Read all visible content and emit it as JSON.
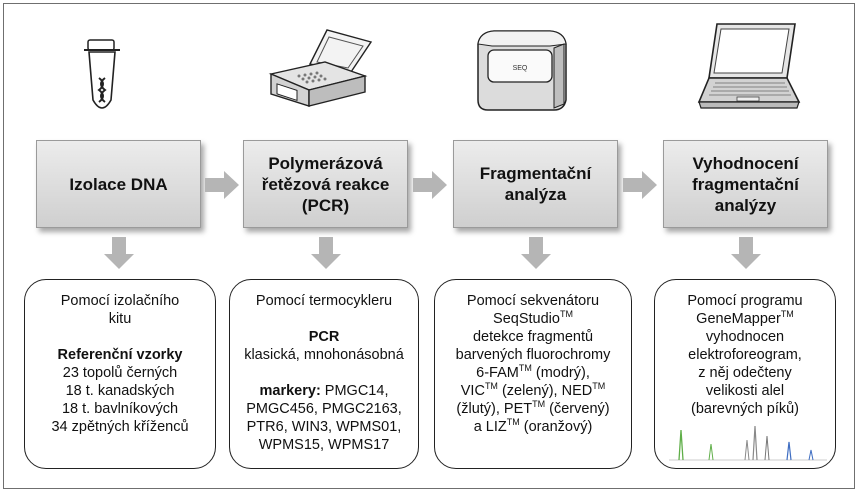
{
  "icons": [
    "dna-tube-icon",
    "thermocycler-icon",
    "sequencer-icon",
    "laptop-icon"
  ],
  "steps": [
    {
      "title": "Izolace DNA"
    },
    {
      "title": "Polymerázová\nřetězová reakce\n(PCR)"
    },
    {
      "title": "Fragmentační\nanalýza"
    },
    {
      "title": "Vyhodnocení\nfragmentační\nanalýzy"
    }
  ],
  "cards": {
    "c1": {
      "l1": "Pomocí izolačního",
      "l2": "kitu",
      "l3": "Referenční vzorky",
      "l4": "23 topolů černých",
      "l5": "18 t. kanadských",
      "l6": "18 t. bavlníkových",
      "l7": "34 zpětných kříženců"
    },
    "c2": {
      "l1": "Pomocí termocykleru",
      "l2": "PCR",
      "l3": "klasická, mnohonásobná",
      "l4b": "markery:",
      "l4": " PMGC14,",
      "l5": "PMGC456, PMGC2163,",
      "l6": "PTR6, WIN3, WPMS01,",
      "l7": "WPMS15, WPMS17"
    },
    "c3": {
      "l1": "Pomocí sekvenátoru",
      "l2a": "SeqStudio",
      "tm": "TM",
      "l3": "detekce fragmentů",
      "l4": "barvených fluorochromy",
      "l5a": "6-FAM",
      "l5b": " (modrý),",
      "l6a": "VIC",
      "l6b": " (zelený), NED",
      "l7a": "(žlutý), PET",
      "l7b": " (červený)",
      "l8a": "a LIZ",
      "l8b": " (oranžový)"
    },
    "c4": {
      "l1": "Pomocí programu",
      "l2a": "GeneMapper",
      "tm": "TM",
      "l3": "vyhodnocen",
      "l4": "elektroforeogram,",
      "l5": "z něj odečteny",
      "l6": "velikosti alel",
      "l7": "(barevných píků)"
    }
  },
  "colors": {
    "box_top": "#ececec",
    "box_bottom": "#cfcfcf",
    "arrow": "#b5b5b5",
    "peak_green": "#5fae48",
    "peak_blue": "#3f6ec2"
  }
}
